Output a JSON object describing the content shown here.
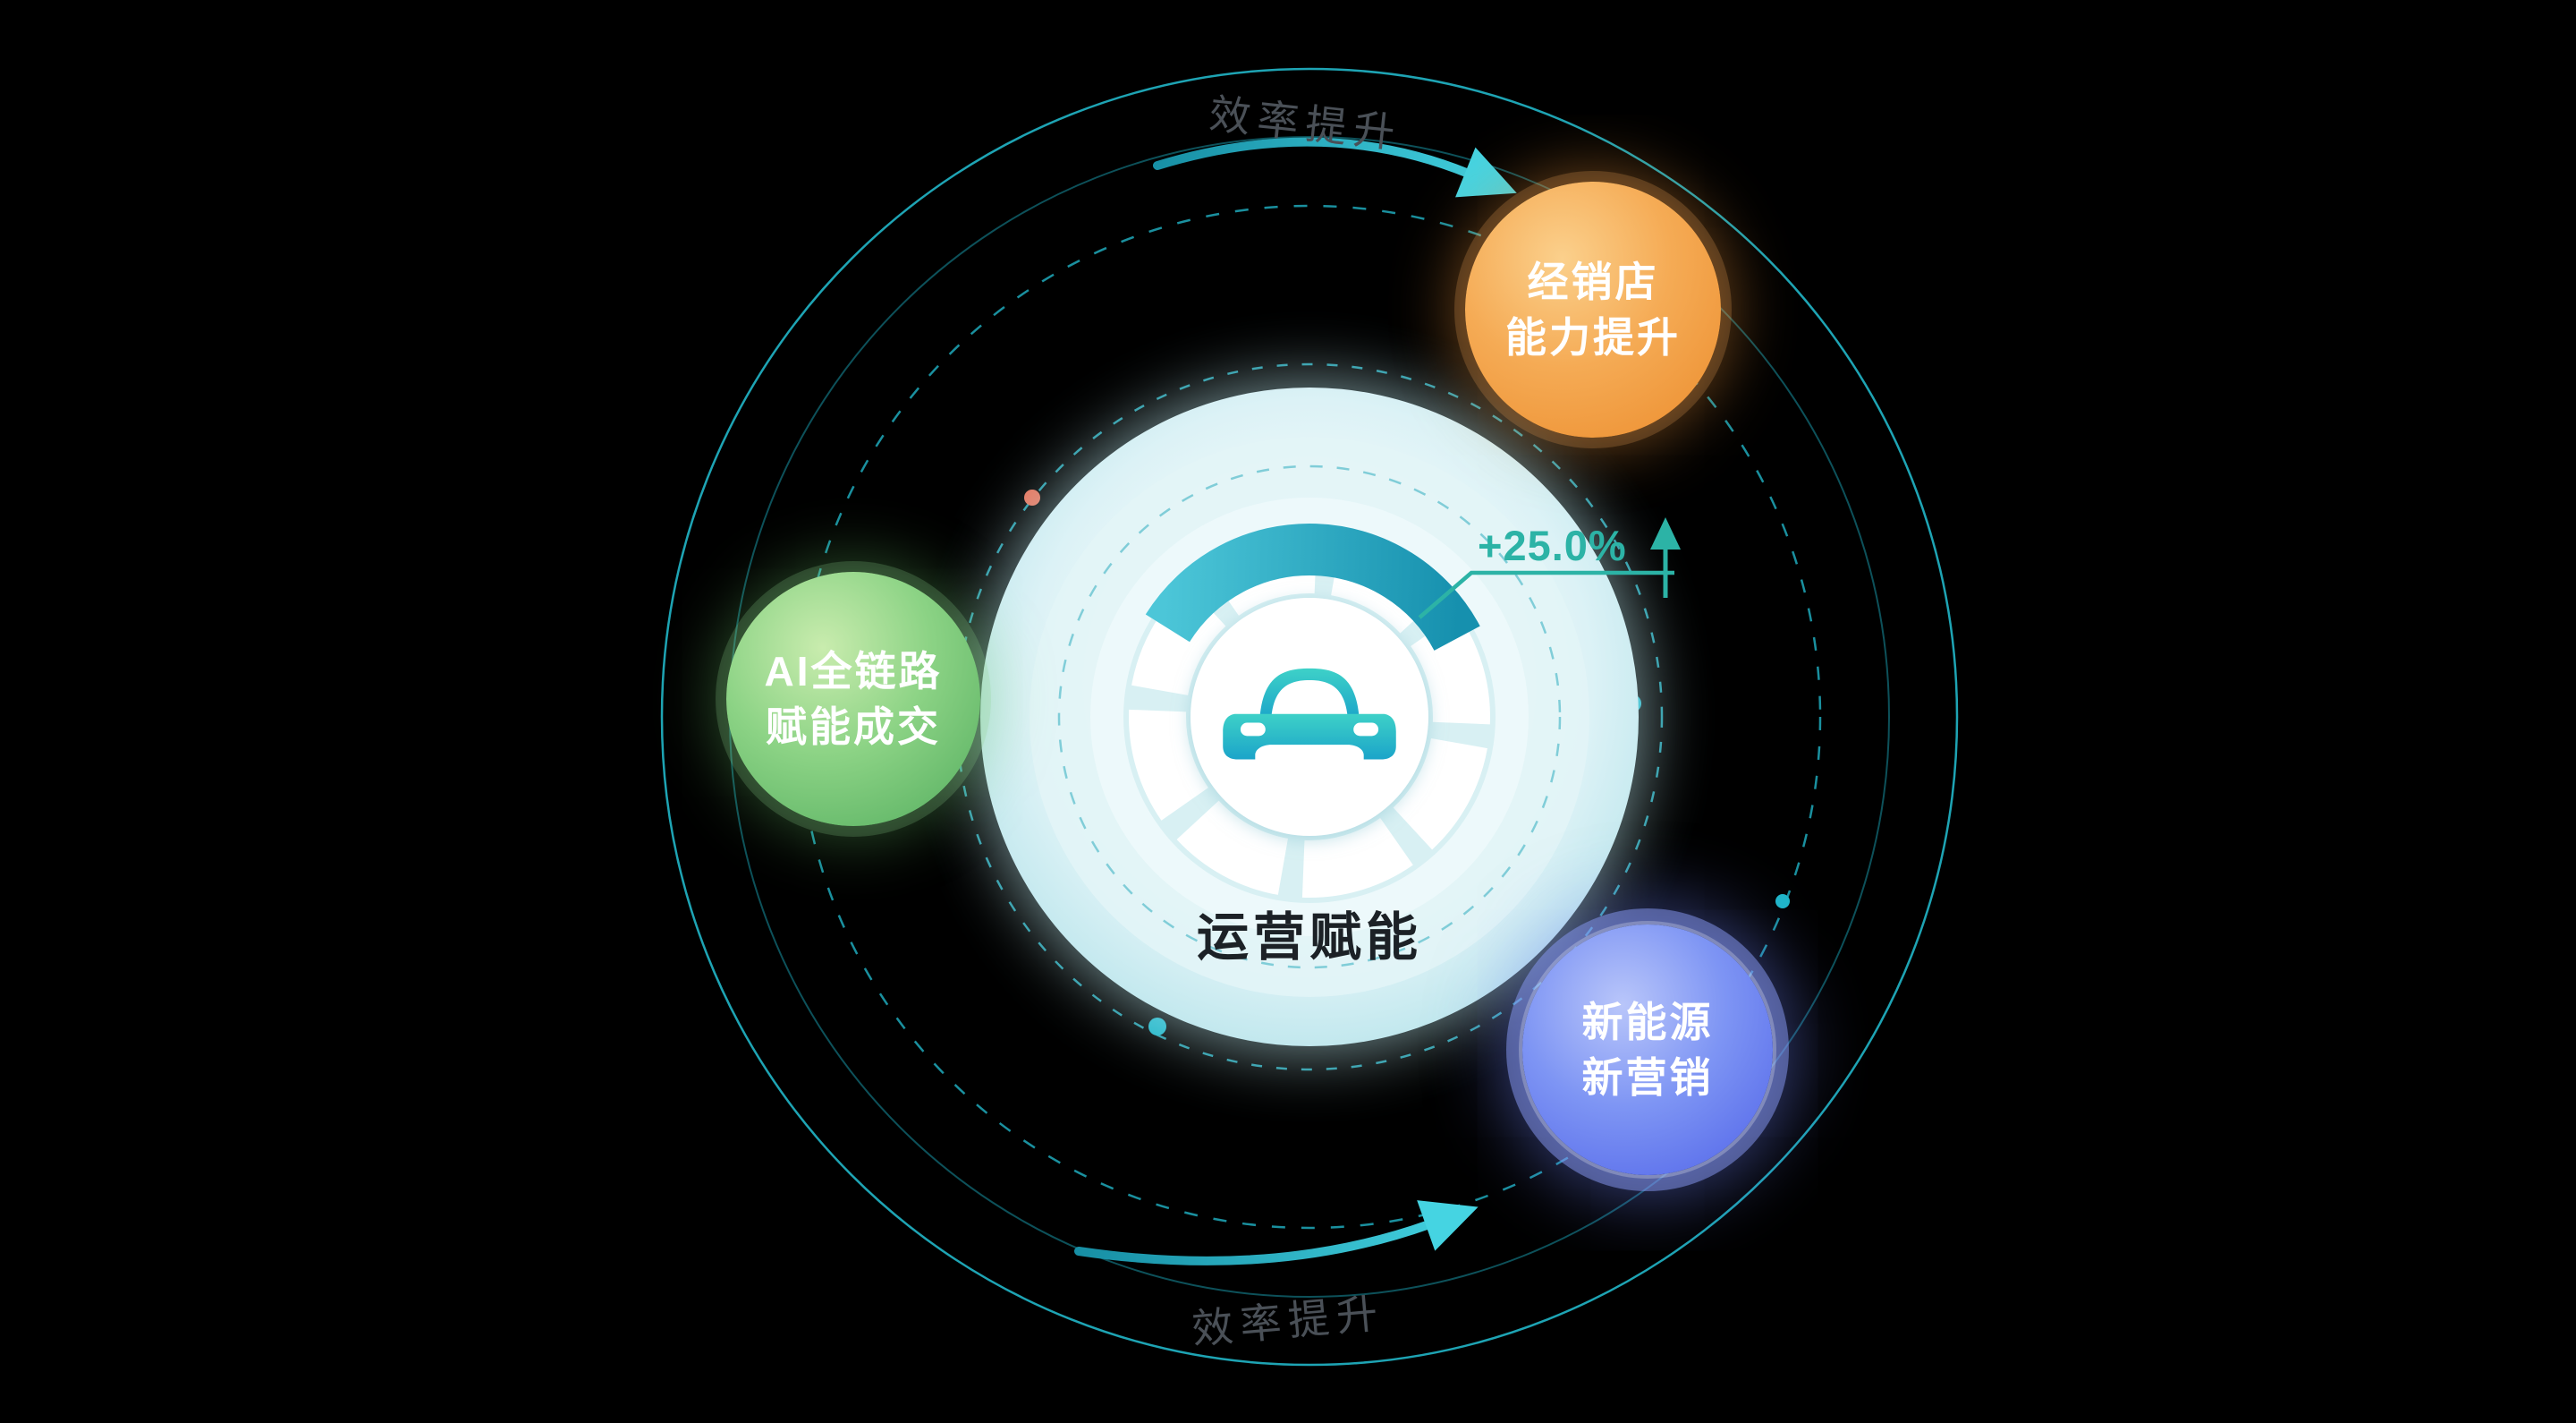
{
  "diagram": {
    "center": {
      "title": "运营赋能",
      "metric": "+25.0%",
      "icon": "car-front-icon"
    },
    "orbit_labels": {
      "top": "效率提升",
      "bottom": "效率提升"
    },
    "bubbles": [
      {
        "id": "dealer-capability",
        "lines": [
          "经销店",
          "能力提升"
        ],
        "color": "#ec8c2c"
      },
      {
        "id": "ai-full-chain",
        "lines": [
          "AI全链路",
          "赋能成交"
        ],
        "color": "#53ad5e"
      },
      {
        "id": "nev-marketing",
        "lines": [
          "新能源",
          "新营销"
        ],
        "color": "#4f62e8"
      }
    ],
    "icons": {
      "center": "car-front-icon",
      "flow_top": "curved-arrow-right-icon",
      "flow_bottom": "curved-arrow-right-icon",
      "metric": "up-arrow-icon"
    },
    "colors": {
      "accent_teal": "#1fa9bb",
      "metric_green": "#2cb3a6",
      "label_gray": "#4a5057",
      "background": "#000000"
    }
  }
}
